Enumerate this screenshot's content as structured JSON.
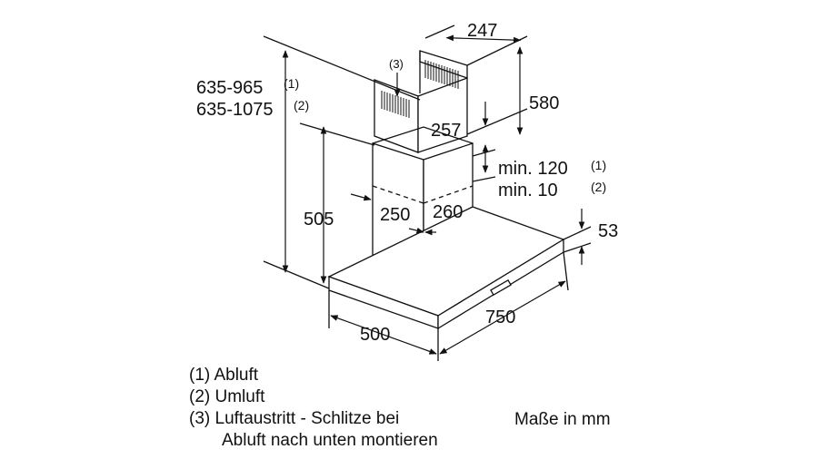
{
  "dimensions": {
    "total_height_abluft": "635-965",
    "total_height_abluft_note": "(1)",
    "total_height_umluft": "635-1075",
    "total_height_umluft_note": "(2)",
    "upper_chimney_width": "247",
    "upper_chimney_height": "580",
    "upper_chimney_depth": "257",
    "min_clearance_abluft": "min. 120",
    "min_clearance_abluft_note": "(1)",
    "min_clearance_umluft": "min. 10",
    "min_clearance_umluft_note": "(2)",
    "lower_chimney_height": "505",
    "lower_chimney_width": "250",
    "lower_chimney_depth": "260",
    "canopy_thickness": "53",
    "hood_depth": "500",
    "hood_width": "750",
    "vent_slots_callout": "(3)"
  },
  "legend": {
    "item1": "(1) Abluft",
    "item2": "(2) Umluft",
    "item3_line1": "(3) Luftaustritt - Schlitze bei",
    "item3_line2": "Abluft nach unten montieren"
  },
  "units_note": "Maße in mm"
}
